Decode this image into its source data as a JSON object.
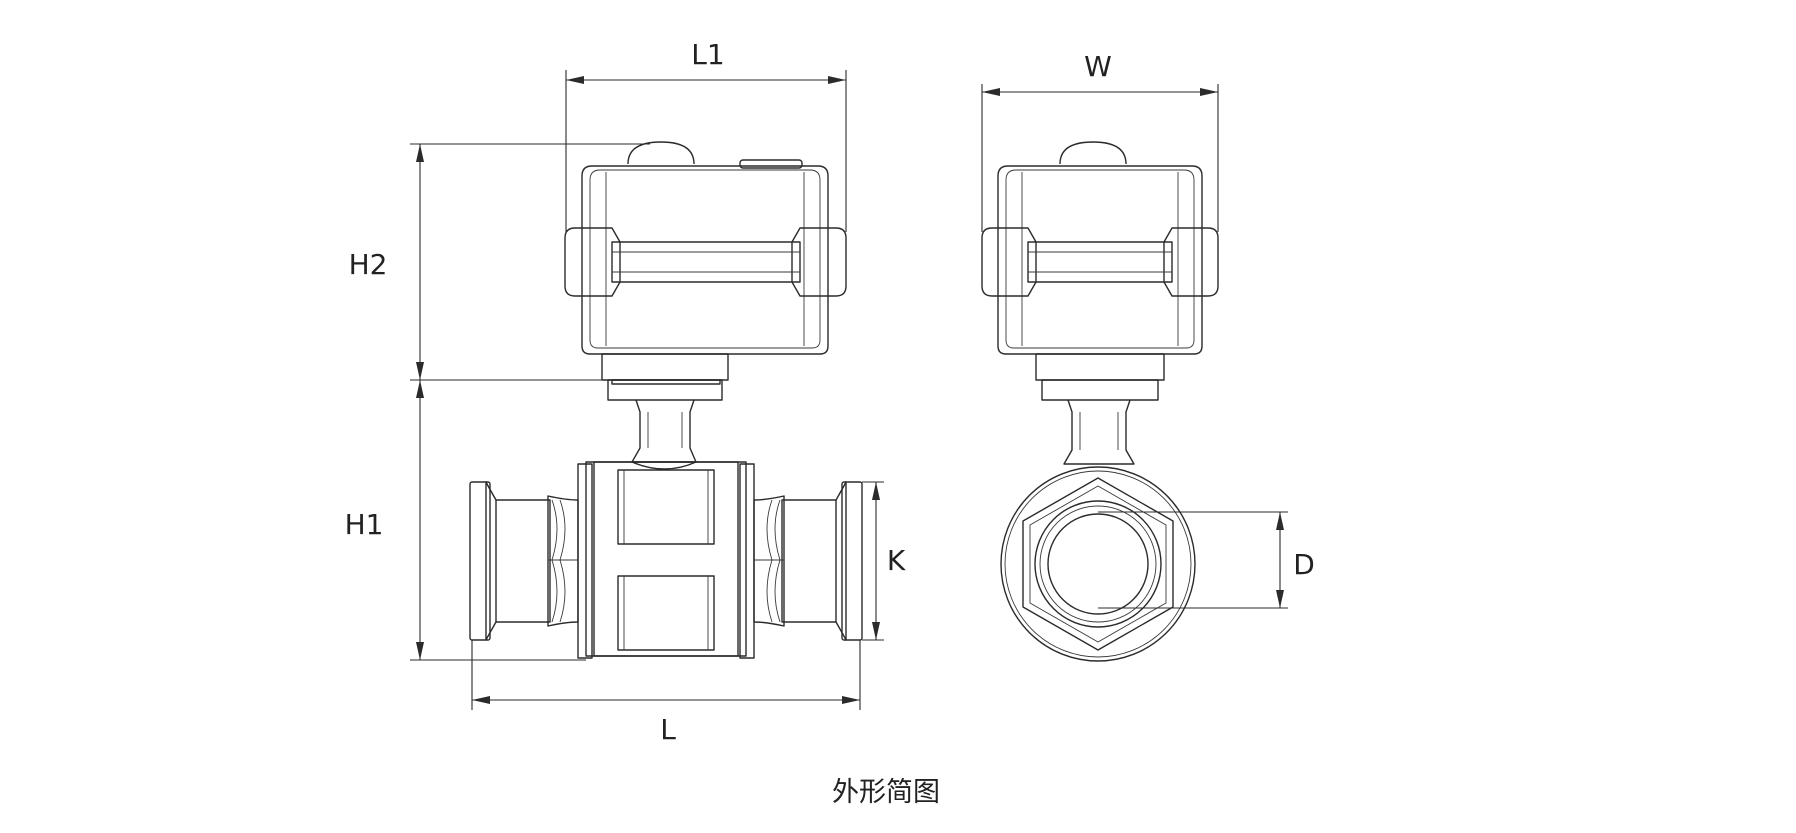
{
  "dimensions": {
    "l1": "L1",
    "w": "W",
    "h2": "H2",
    "h1": "H1",
    "k": "K",
    "d": "D",
    "l": "L"
  },
  "caption": "外形简图"
}
